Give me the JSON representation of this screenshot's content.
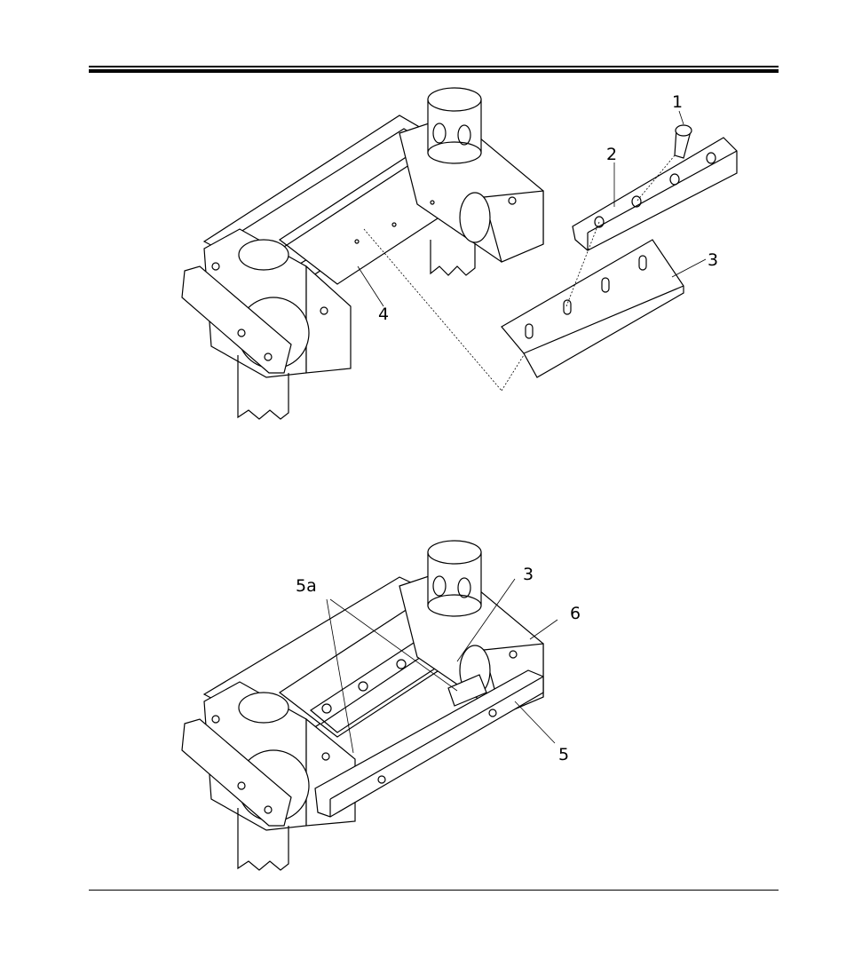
{
  "figure1": {
    "callouts": [
      "1",
      "2",
      "3",
      "4"
    ]
  },
  "figure2": {
    "callouts": [
      "5a",
      "3",
      "6",
      "5"
    ]
  }
}
